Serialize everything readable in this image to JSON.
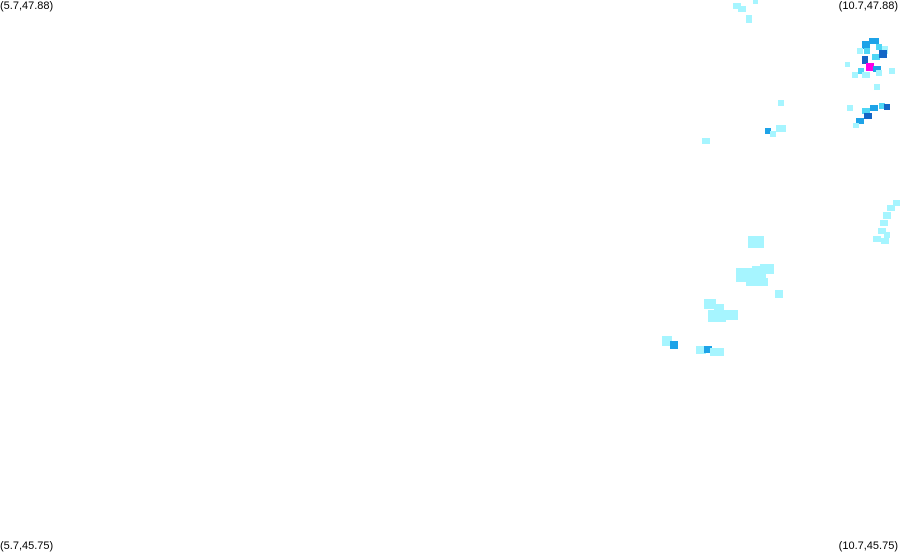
{
  "map": {
    "corner_labels": {
      "top_left": "(5.7,47.88)",
      "top_right": "(10.7,47.88)",
      "bottom_left": "(5.7,45.75)",
      "bottom_right": "(10.7,45.75)"
    },
    "extent": {
      "lon_min": 5.7,
      "lon_max": 10.7,
      "lat_min": 45.75,
      "lat_max": 47.88
    },
    "intensity_colors": {
      "1": "#a6f5ff",
      "2": "#4fd6f5",
      "3": "#1ea3e8",
      "4": "#1466c6",
      "5": "#ff00e6"
    }
  }
}
